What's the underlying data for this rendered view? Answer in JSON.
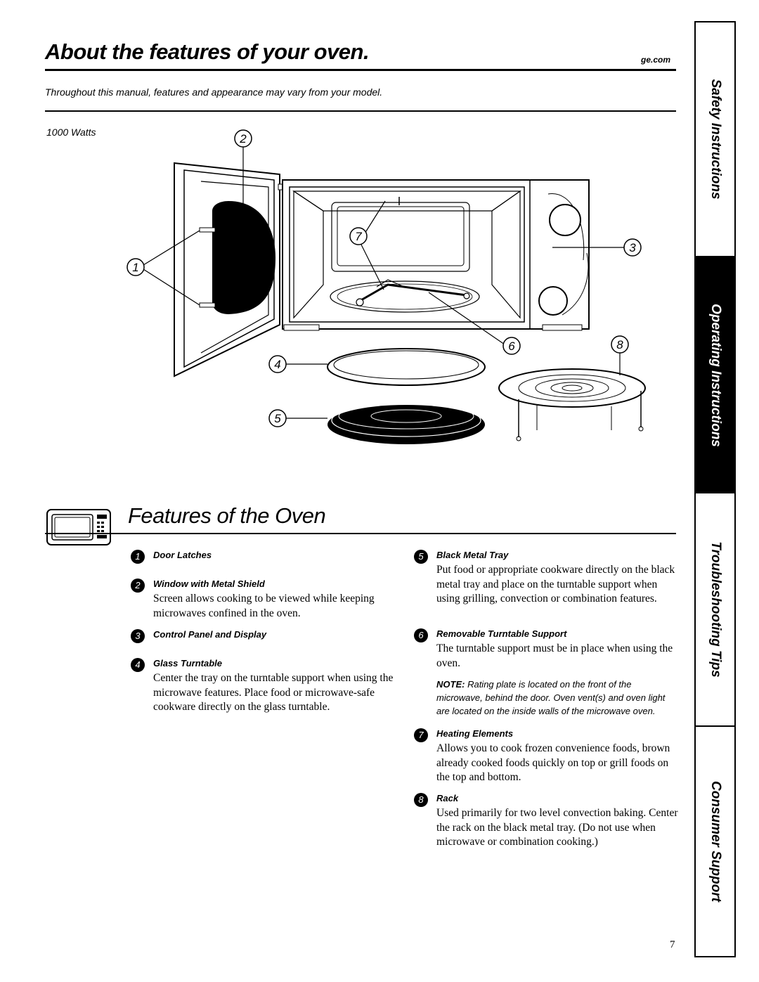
{
  "header": {
    "title": "About the features of your oven.",
    "site": "ge.com",
    "subtitle": "Throughout this manual, features and appearance may vary from your model."
  },
  "diagram": {
    "model_label": "1000 Watts",
    "callouts": [
      "1",
      "2",
      "3",
      "4",
      "5",
      "6",
      "7",
      "8"
    ]
  },
  "section": {
    "title": "Features of the Oven",
    "icon": "microwave-icon"
  },
  "features_left": [
    {
      "num": "1",
      "title": "Door Latches",
      "desc": ""
    },
    {
      "num": "2",
      "title": "Window with Metal Shield",
      "desc": "Screen allows cooking to be viewed while keeping microwaves confined in the oven."
    },
    {
      "num": "3",
      "title": "Control Panel and Display",
      "desc": ""
    },
    {
      "num": "4",
      "title": "Glass Turntable",
      "desc": "Center the tray on the turntable support when using the microwave features. Place food or microwave-safe cookware directly on the glass turntable."
    }
  ],
  "features_right": [
    {
      "num": "5",
      "title": "Black Metal Tray",
      "desc": "Put food or appropriate cookware directly on the black metal tray and place on the turntable support when using grilling, convection or combination features."
    },
    {
      "num": "6",
      "title": "Removable Turntable Support",
      "desc": "The turntable support must be in place when using the oven."
    },
    {
      "num": "7",
      "title": "Heating Elements",
      "desc": "Allows you to cook frozen convenience foods, brown already cooked foods quickly on top or grill foods on the top and bottom."
    },
    {
      "num": "8",
      "title": "Rack",
      "desc": "Used primarily for two level convection baking. Center the rack on the black metal tray. (Do not use when microwave or combination cooking.)"
    }
  ],
  "note": {
    "label": "NOTE:",
    "text": "Rating plate is located on the front of the microwave, behind the door. Oven vent(s) and oven light are located on the inside walls of the microwave oven."
  },
  "tabs": [
    "Safety Instructions",
    "Operating Instructions",
    "Troubleshooting Tips",
    "Consumer Support"
  ],
  "active_tab": "Operating Instructions",
  "page_number": "7"
}
